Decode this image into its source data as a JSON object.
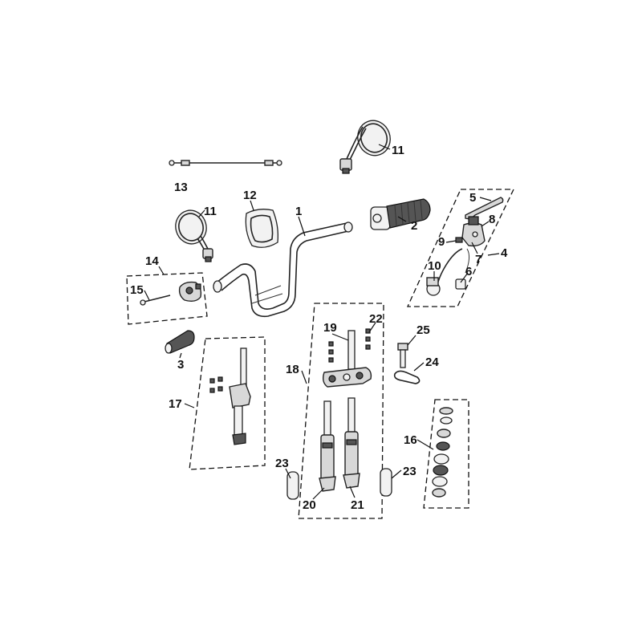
{
  "diagram": {
    "callouts": {
      "c1": "1",
      "c2": "2",
      "c3": "3",
      "c4": "4",
      "c5": "5",
      "c6": "6",
      "c7": "7",
      "c8": "8",
      "c9": "9",
      "c10": "10",
      "c11a": "11",
      "c11b": "11",
      "c12": "12",
      "c13": "13",
      "c14": "14",
      "c15": "15",
      "c16": "16",
      "c17": "17",
      "c18": "18",
      "c19": "19",
      "c20": "20",
      "c21": "21",
      "c22": "22",
      "c23a": "23",
      "c23b": "23",
      "c24": "24",
      "c25": "25"
    }
  }
}
